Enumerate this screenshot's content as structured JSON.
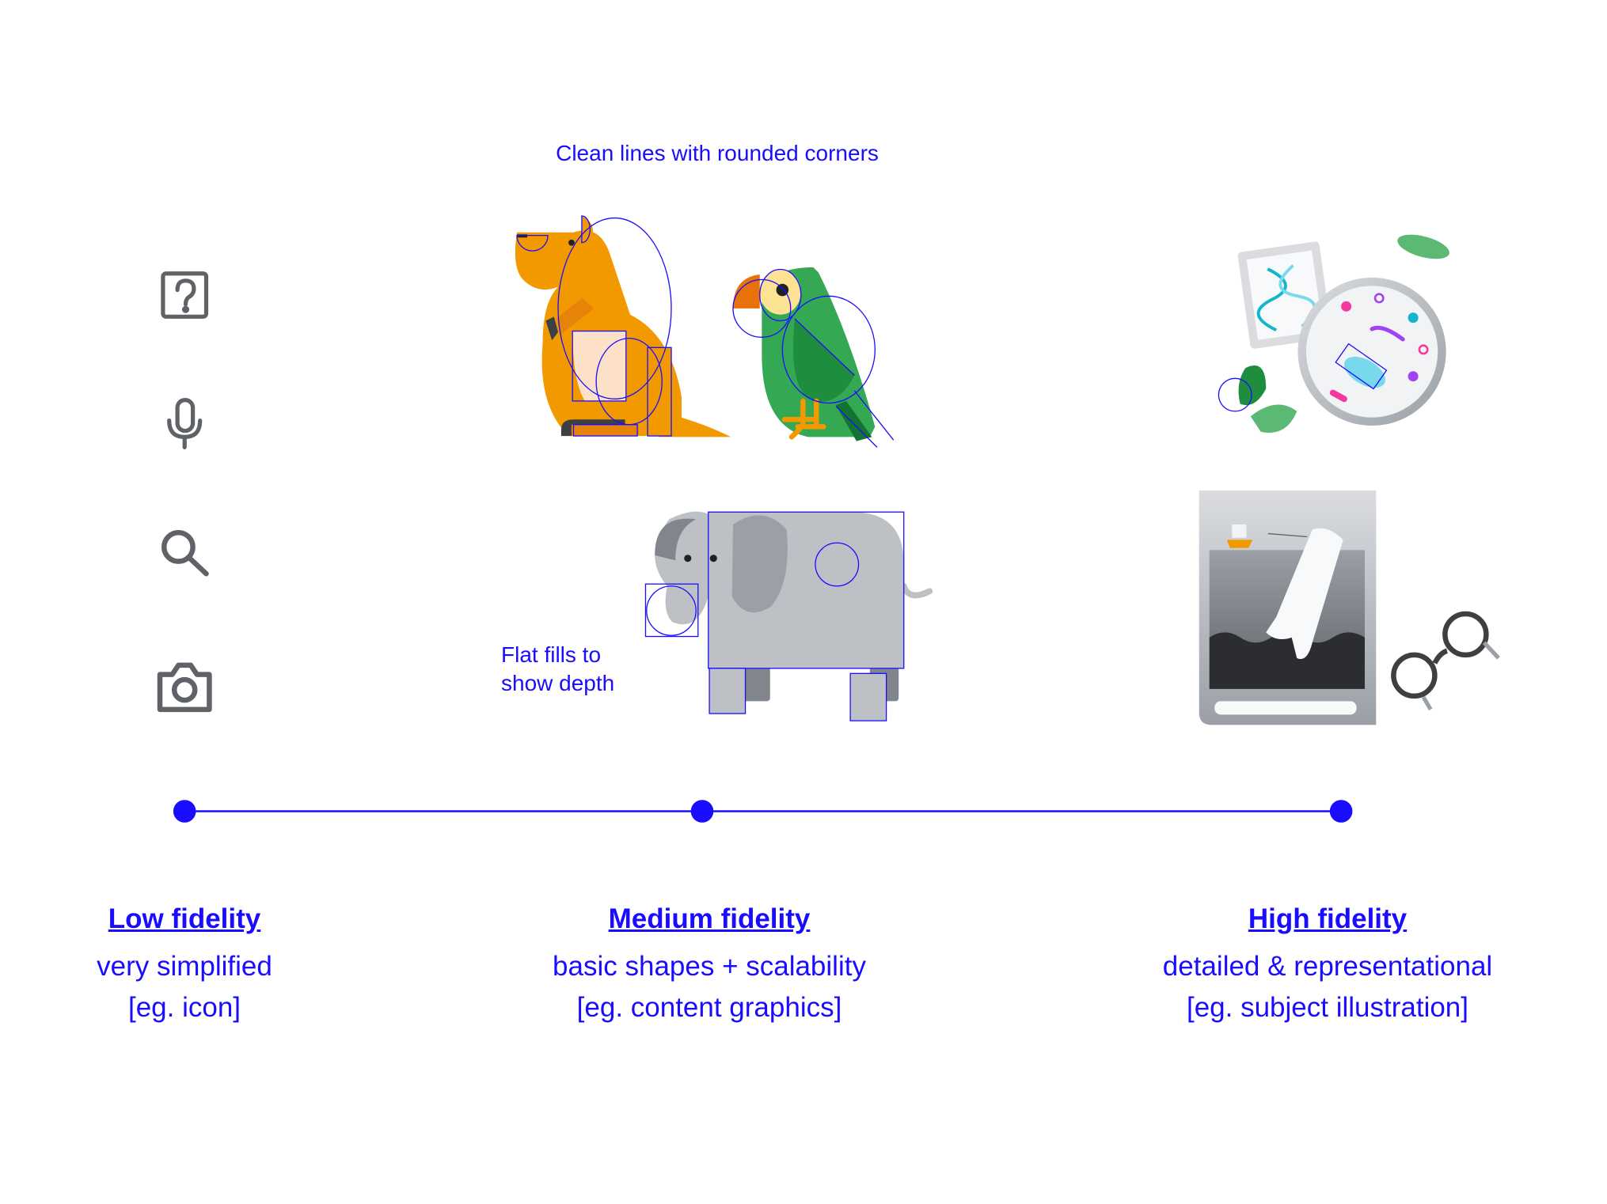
{
  "annotations": {
    "clean_lines": "Clean lines with rounded corners",
    "flat_fills_line1": "Flat fills to",
    "flat_fills_line2": "show depth"
  },
  "icons": [
    "help-box-icon",
    "microphone-icon",
    "search-icon",
    "camera-icon"
  ],
  "levels": [
    {
      "title": "Low fidelity",
      "desc1": "very simplified",
      "desc2": "[eg. icon]"
    },
    {
      "title": "Medium fidelity",
      "desc1": "basic shapes + scalability",
      "desc2": "[eg. content graphics]"
    },
    {
      "title": "High fidelity",
      "desc1": "detailed & representational",
      "desc2": "[eg. subject illustration]"
    }
  ],
  "colors": {
    "accent": "#1a0dff",
    "icon": "#5f6368",
    "orange": "#f29900",
    "green": "#34a853",
    "gray": "#bdc1c6"
  }
}
